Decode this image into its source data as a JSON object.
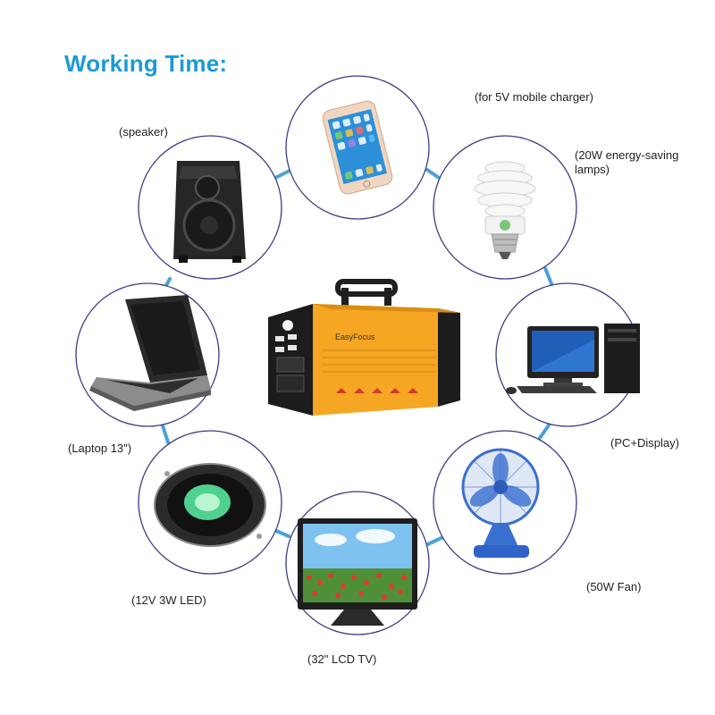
{
  "title": "Working Time:",
  "colors": {
    "title": "#1b9ad6",
    "connector": "#4aa3d8",
    "ring": "#3b3b86",
    "battery": "#f5a623"
  },
  "labels": {
    "mobile_charger": "(for 5V mobile charger)",
    "speaker": "(speaker)",
    "lamps": "(20W energy-saving\n lamps)",
    "laptop": "(Laptop 13\")",
    "pc_display": "(PC+Display)",
    "led": "(12V 3W LED)",
    "fan": "(50W Fan)",
    "lcd_tv": "(32\" LCD TV)"
  },
  "product": {
    "brand": "EasyFocus"
  },
  "devices": [
    "phone-icon",
    "speaker-icon",
    "lamp-icon",
    "laptop-icon",
    "pc-display-icon",
    "led-downlight-icon",
    "desk-fan-icon",
    "lcd-tv-icon"
  ]
}
